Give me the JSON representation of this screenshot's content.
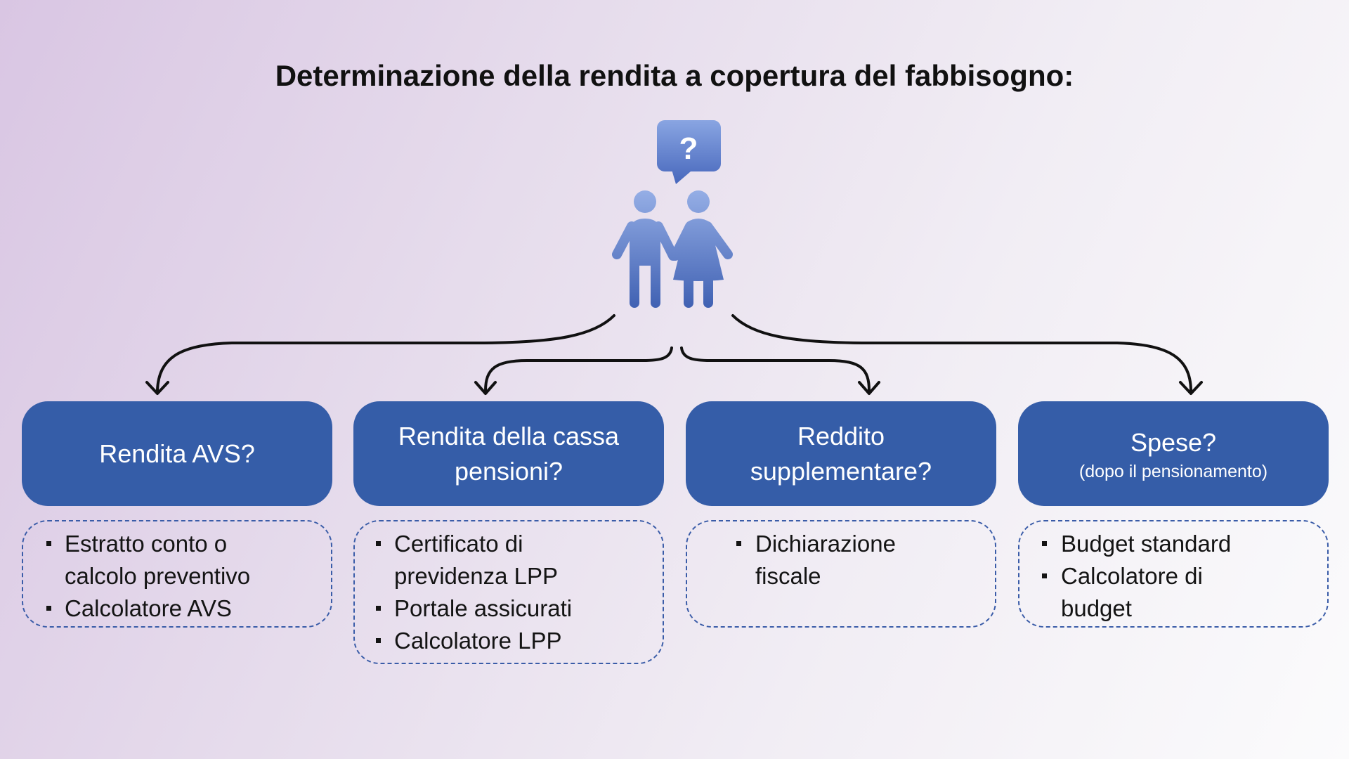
{
  "title": "Determinazione della rendita a copertura del fabbisogno:",
  "question_mark": "?",
  "icons": {
    "question_bubble": "question-bubble-icon",
    "people": "people-icon",
    "arrows": "curved-arrow-icon",
    "bullet": "square-bullet-icon"
  },
  "colors": {
    "box_fill": "#355DA8",
    "box_text": "#FFFFFF",
    "dashed_border": "#3A5CA8",
    "text": "#141414",
    "arrow": "#111111",
    "icon_gradient": [
      "#96AFE6",
      "#3F60B2"
    ],
    "background_gradient": [
      "#D9C6E3",
      "#FBFBFC"
    ]
  },
  "categories": [
    {
      "title": "Rendita AVS?",
      "sources": [
        "Estratto conto o calcolo preventivo",
        "Calcolatore AVS"
      ]
    },
    {
      "title": "Rendita della cassa pensioni?",
      "sources": [
        "Certificato di previdenza LPP",
        "Portale assicurati",
        "Calcolatore LPP"
      ]
    },
    {
      "title": "Reddito supplementare?",
      "sources": [
        "Dichiarazione fiscale"
      ]
    },
    {
      "title": "Spese?",
      "subtitle": "(dopo il pensionamento)",
      "sources": [
        "Budget standard",
        "Calcolatore di budget"
      ]
    }
  ]
}
